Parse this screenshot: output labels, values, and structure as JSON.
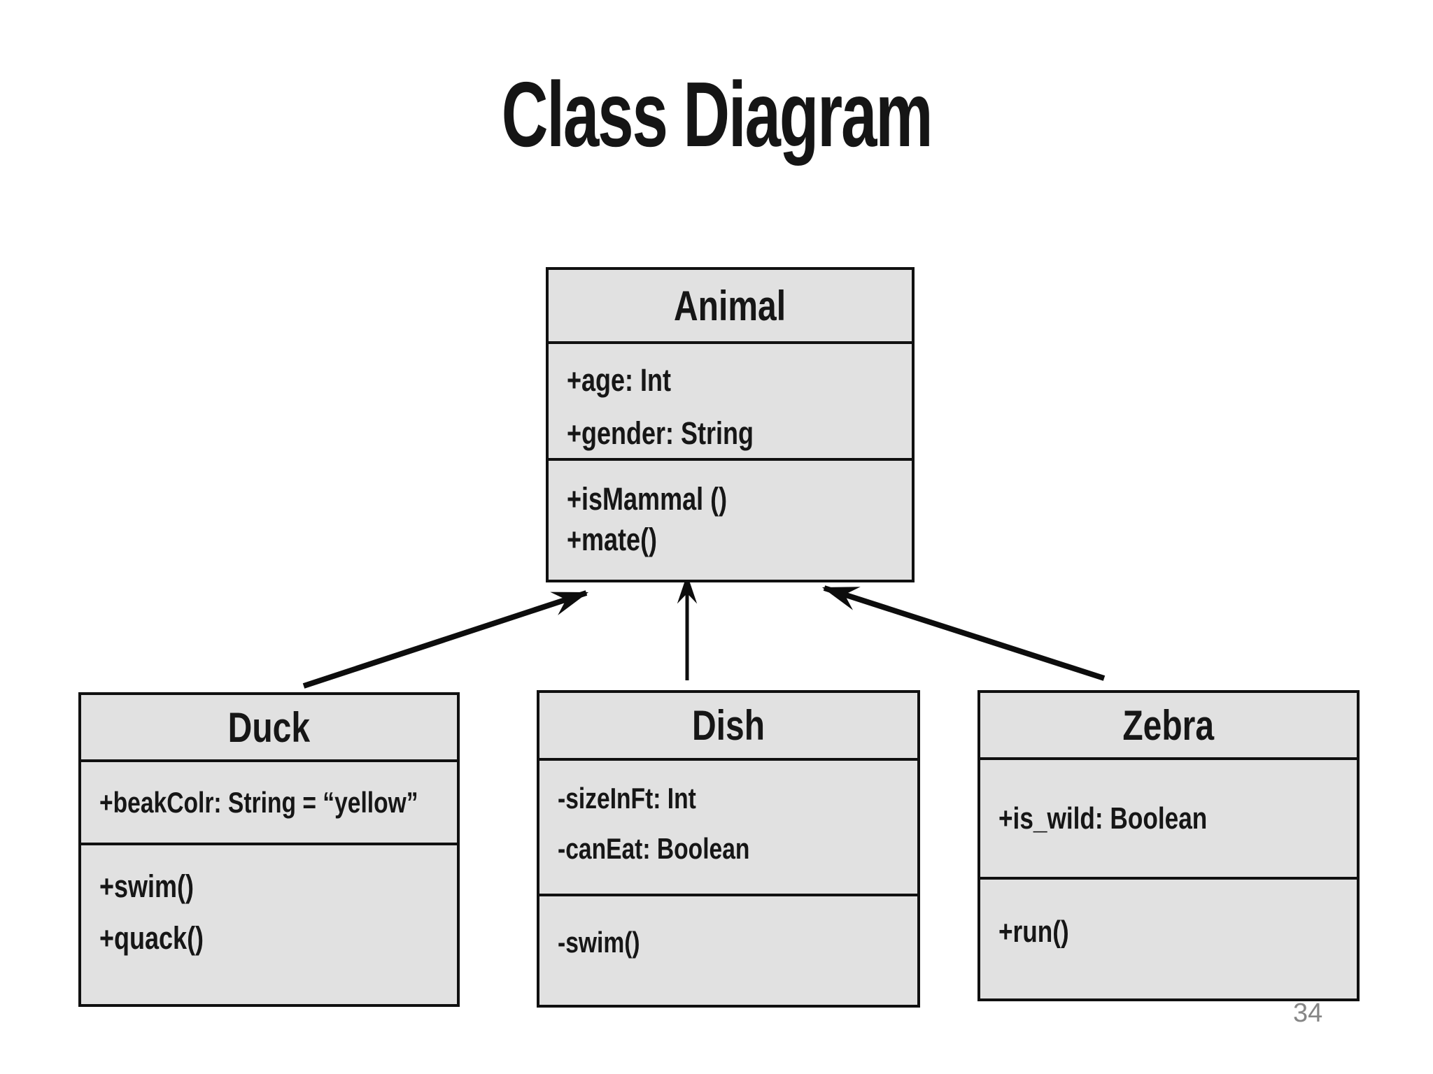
{
  "title": "Class Diagram",
  "page_number": "34",
  "colors": {
    "background": "#ffffff",
    "box_fill": "#e1e1e1",
    "box_border": "#101010",
    "text": "#161616",
    "page_number": "#868686"
  },
  "classes": [
    {
      "id": "animal",
      "name": "Animal",
      "attributes": [
        "+age: Int",
        "+gender: String"
      ],
      "methods": [
        "+isMammal ()",
        "+mate()"
      ]
    },
    {
      "id": "duck",
      "name": "Duck",
      "attributes": [
        "+beakColr: String = “yellow”"
      ],
      "methods": [
        "+swim()",
        "+quack()"
      ]
    },
    {
      "id": "dish",
      "name": "Dish",
      "attributes": [
        "-sizeInFt: Int",
        "-canEat: Boolean"
      ],
      "methods": [
        "-swim()"
      ]
    },
    {
      "id": "zebra",
      "name": "Zebra",
      "attributes": [
        "+is_wild: Boolean"
      ],
      "methods": [
        "+run()"
      ]
    }
  ],
  "relationships": [
    {
      "from": "Duck",
      "to": "Animal",
      "type": "generalization-arrow"
    },
    {
      "from": "Dish",
      "to": "Animal",
      "type": "generalization-arrow"
    },
    {
      "from": "Zebra",
      "to": "Animal",
      "type": "generalization-arrow"
    }
  ]
}
